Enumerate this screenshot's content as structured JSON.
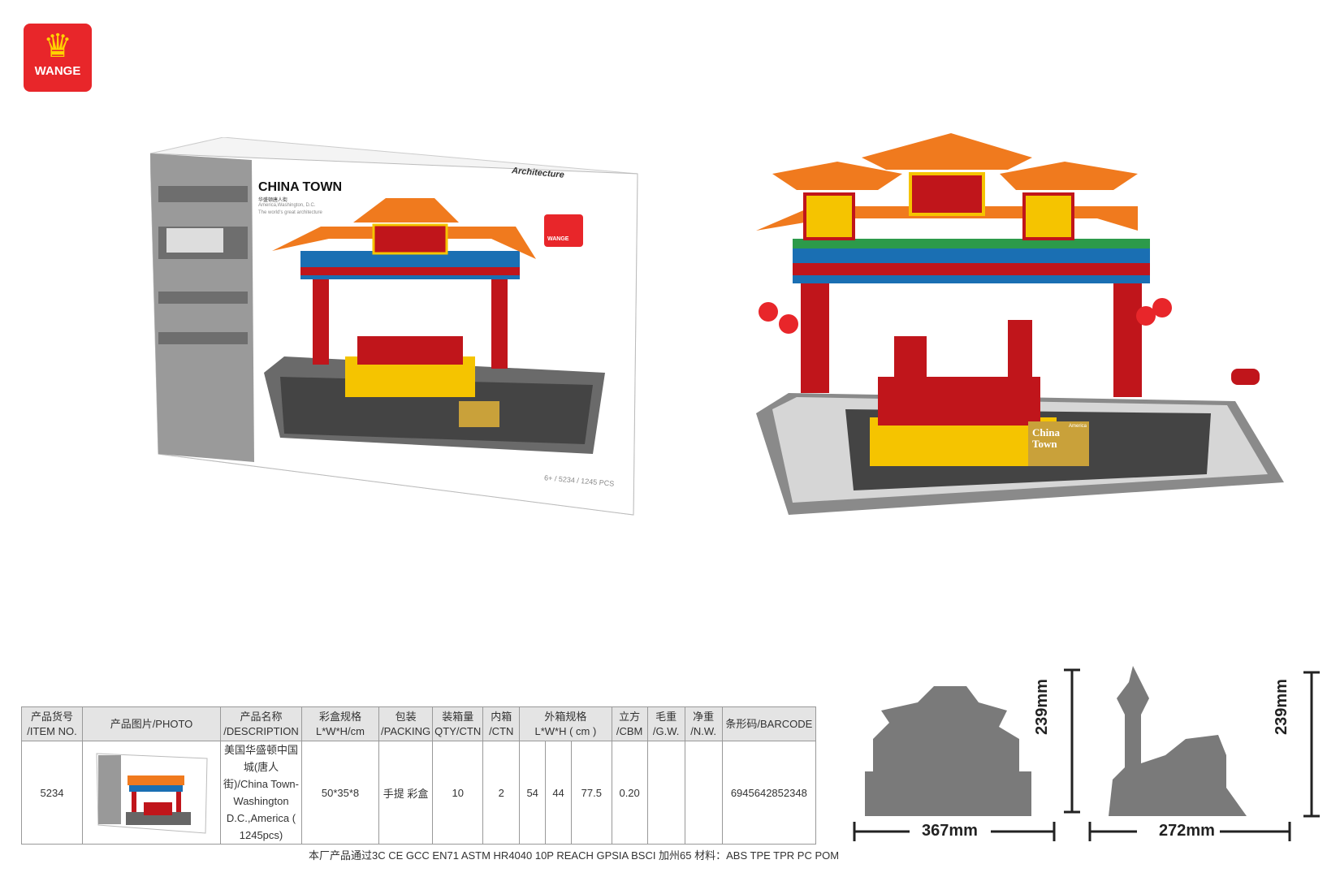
{
  "brand": {
    "name": "WANGE",
    "color": "#e8262a"
  },
  "box": {
    "title": "CHINA TOWN",
    "subtitle_cn": "华盛顿唐人街",
    "location": "America,Washington, D.C.",
    "tagline": "The world's great architecture",
    "series": "Architecture",
    "age": "6+",
    "item": "5234",
    "pieces": "1245 PCS"
  },
  "model_sign": {
    "line1": "China",
    "line2": "Town",
    "tag": "America"
  },
  "table": {
    "headers": [
      {
        "cn": "产品货号",
        "en": "/ITEM NO."
      },
      {
        "cn": "产品图片/PHOTO",
        "en": ""
      },
      {
        "cn": "产品名称",
        "en": "/DESCRIPTION"
      },
      {
        "cn": "彩盒规格",
        "en": "L*W*H/cm"
      },
      {
        "cn": "包装",
        "en": "/PACKING"
      },
      {
        "cn": "装箱量",
        "en": "QTY/CTN"
      },
      {
        "cn": "内箱",
        "en": "/CTN"
      },
      {
        "cn": "外箱规格",
        "en": "L*W*H ( cm )"
      },
      {
        "cn": "立方",
        "en": "/CBM"
      },
      {
        "cn": "毛重",
        "en": "/G.W."
      },
      {
        "cn": "净重",
        "en": "/N.W."
      },
      {
        "cn": "条形码/BARCODE",
        "en": ""
      }
    ],
    "row": {
      "item_no": "5234",
      "description": "美国华盛顿中国城(唐人街)/China Town-Washington D.C.,America ( 1245pcs)",
      "box_size": "50*35*8",
      "packing": "手提 彩盒",
      "qty_ctn": "10",
      "inner_ctn": "2",
      "outer_l": "54",
      "outer_w": "44",
      "outer_h": "77.5",
      "cbm": "0.20",
      "gw": "",
      "nw": "",
      "barcode": "6945642852348"
    }
  },
  "footer": "本厂产品通过3C  CE  GCC  EN71  ASTM  HR4040 10P  REACH  GPSIA  BSCI  加州65  材料：ABS TPE TPR PC POM",
  "dimensions": {
    "front_width": "367mm",
    "front_height": "239mm",
    "side_width": "272mm",
    "side_height": "239mm"
  }
}
